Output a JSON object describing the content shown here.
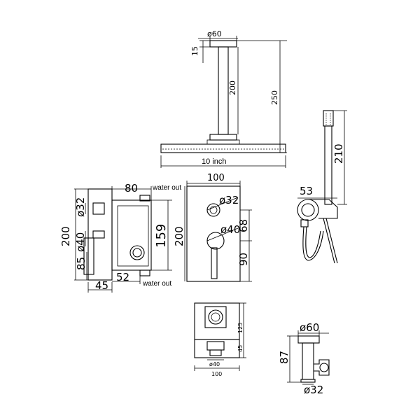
{
  "shower_head": {
    "dia_top": "ø60",
    "h_15": "15",
    "h_200": "200",
    "h_250": "250",
    "size": "10 inch"
  },
  "hand_shower": {
    "h_210": "210",
    "w_53": "53"
  },
  "valve_side": {
    "w_80": "80",
    "water_out_top": "water out",
    "water_out_bottom": "water out",
    "dia_32": "ø32",
    "h_200": "200",
    "dia_40": "ø40",
    "h_85": "85",
    "w_45": "45",
    "w_52": "52",
    "h_159": "159"
  },
  "valve_front": {
    "w_100": "100",
    "dia_32": "ø32",
    "dia_40": "ø40",
    "h_68": "68",
    "h_200": "200",
    "h_90": "90"
  },
  "outlet": {
    "h_125": "125",
    "h_45": "45",
    "dia_40": "ø40",
    "w_100": "100"
  },
  "wall_elbow": {
    "dia_60": "ø60",
    "h_87": "87",
    "dia_32": "ø32"
  }
}
